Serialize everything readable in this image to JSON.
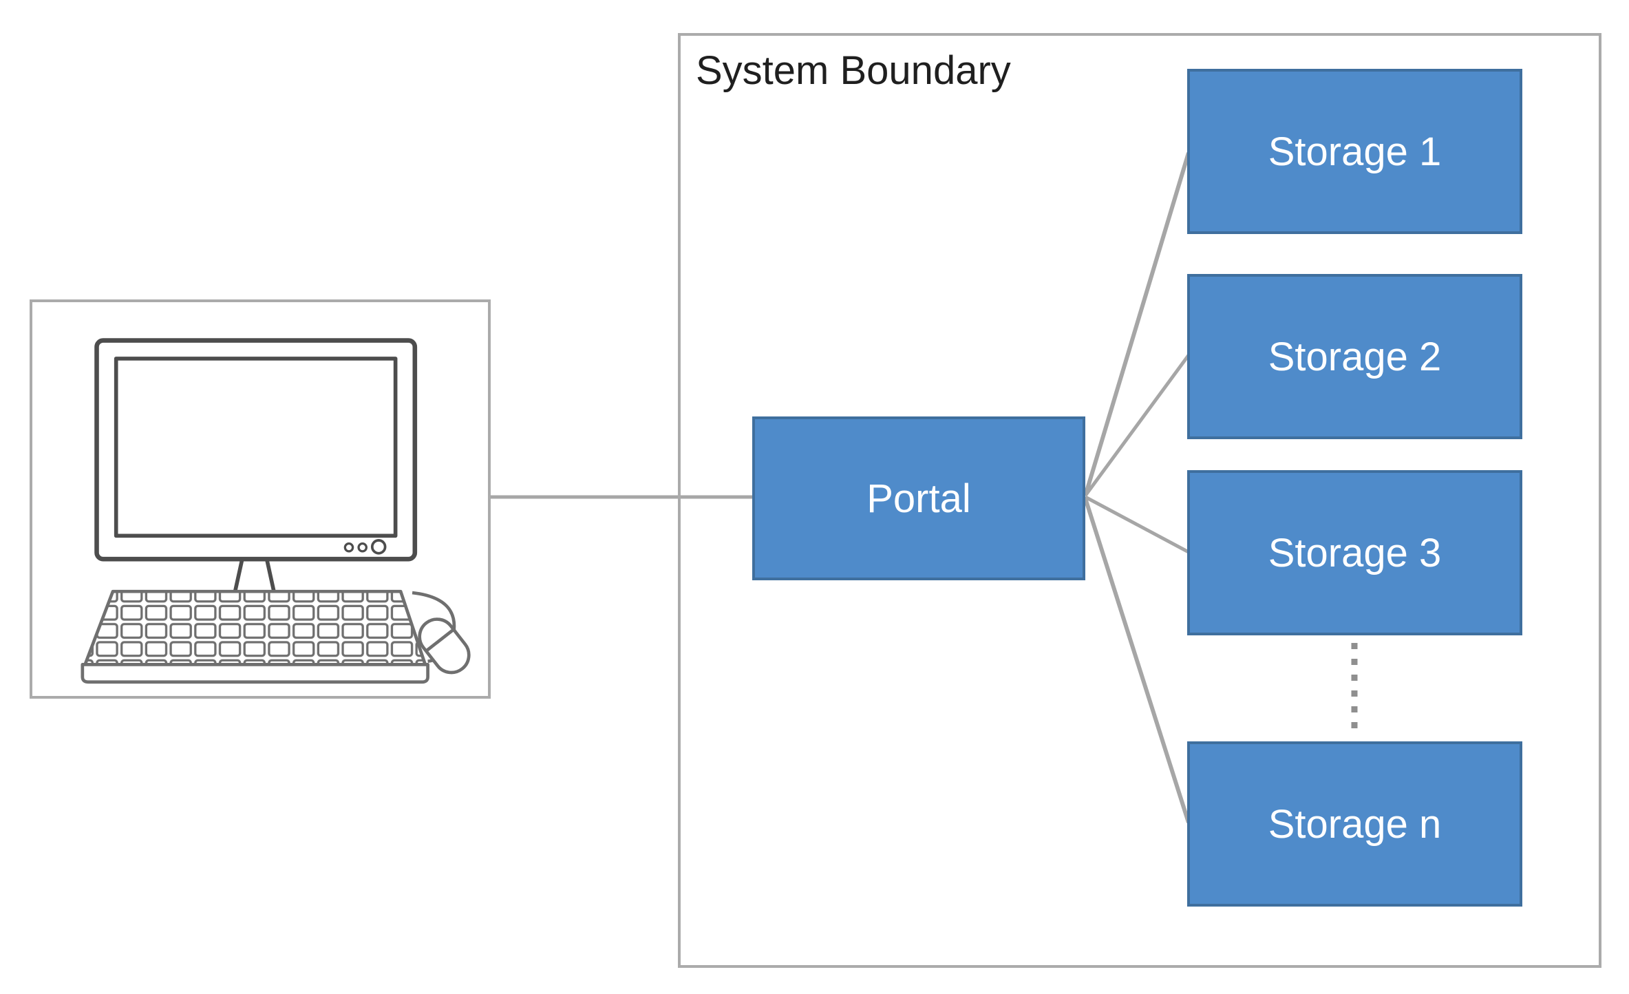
{
  "diagram": {
    "system_boundary": {
      "title": "System Boundary"
    },
    "portal": {
      "label": "Portal"
    },
    "storage_nodes": [
      {
        "label": "Storage 1"
      },
      {
        "label": "Storage 2"
      },
      {
        "label": "Storage 3"
      },
      {
        "label": "Storage n"
      }
    ],
    "client": {
      "icon": "computer-workstation-icon"
    },
    "connectors": [
      "client-to-portal",
      "portal-to-storage-1",
      "portal-to-storage-2",
      "portal-to-storage-3",
      "portal-to-storage-n",
      "storage-continuation-dotted"
    ]
  },
  "colors": {
    "node_fill": "#4f8bca",
    "node_border": "#3f6f9e",
    "node_text": "#ffffff",
    "connector": "#a6a6a6",
    "dotted": "#8f8f8f",
    "boundary_border": "#ababab",
    "title_text": "#1f1f1f",
    "clipart_stroke": "#6f6f6f",
    "clipart_stroke_dark": "#4d4d4d"
  }
}
